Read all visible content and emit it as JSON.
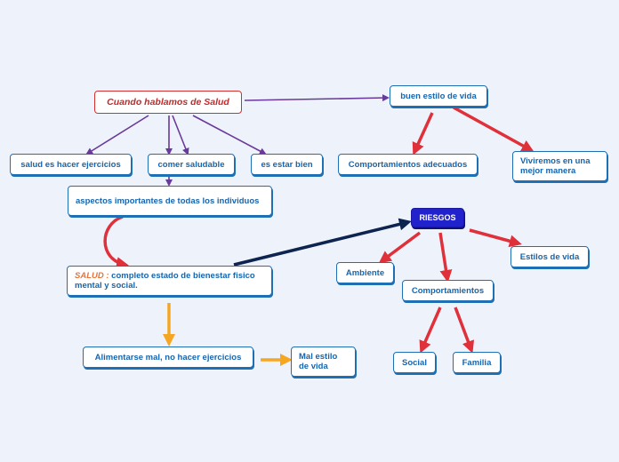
{
  "map": {
    "root": "Cuando hablamos de Salud",
    "buen_estilo": "buen estilo de vida",
    "comportamientos_adecuados": "Comportamientos adecuados",
    "viviremos": "Viviremos en una mejor manera",
    "salud_ejercicios": "salud es hacer ejercicios",
    "comer_saludable": "comer saludable",
    "estar_bien": "es estar bien",
    "aspectos": "aspectos importantes de todas los individuos",
    "riesgos": "RIESGOS",
    "ambiente": "Ambiente",
    "estilos_vida": "Estilos de vida",
    "comportamientos": "Comportamientos",
    "salud_prefix": "SALUD :",
    "salud_def": "completo estado de bienestar fisico mental y social.",
    "alimentarse": "Alimentarse mal, no hacer ejercicios",
    "mal_estilo": "Mal estilo de vida",
    "social": "Social",
    "familia": "Familia"
  },
  "colors": {
    "purple_edge": "#6a3a9a",
    "red_edge": "#e0303a",
    "navy_edge": "#0d2350",
    "orange_edge": "#f5a623",
    "node_border": "#1f6fb5",
    "root_border": "#d32f2f",
    "riesgos_fill": "#2222cc"
  }
}
